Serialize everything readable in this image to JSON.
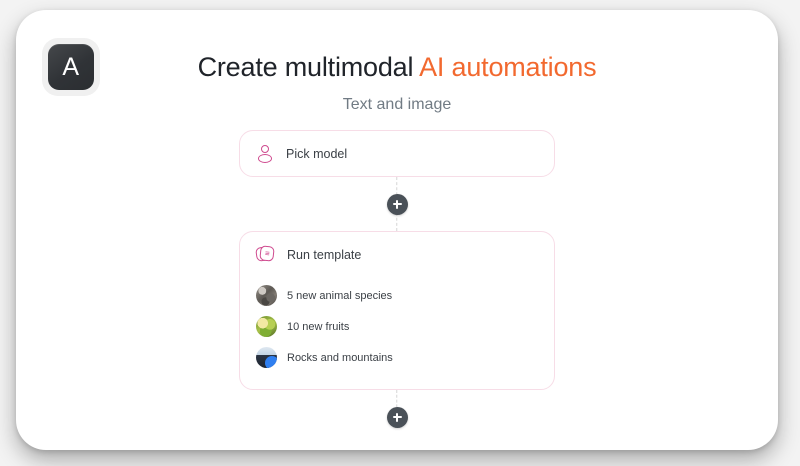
{
  "app": {
    "logo_letter": "A"
  },
  "header": {
    "title_plain": "Create multimodal",
    "title_accent": "AI automations",
    "subtitle": "Text and image",
    "accent_color": "#f2692f",
    "title_color": "#20242a",
    "subtitle_color": "#717b84"
  },
  "flow": {
    "nodes": [
      {
        "id": "pick-model",
        "title": "Pick model",
        "icon": "person-icon"
      },
      {
        "id": "run-template",
        "title": "Run template",
        "icon": "template-stack-icon",
        "items": [
          {
            "label": "5 new animal species",
            "thumb": "animal-thumbnail"
          },
          {
            "label": "10 new fruits",
            "thumb": "fruit-thumbnail"
          },
          {
            "label": "Rocks and mountains",
            "thumb": "rocks-thumbnail"
          }
        ]
      }
    ],
    "add_step_label": "+",
    "card_border_color": "#f7dde7",
    "icon_color": "#cf4a8f",
    "connector_color": "#d6d6d6",
    "plus_button_color": "#4a5158"
  }
}
